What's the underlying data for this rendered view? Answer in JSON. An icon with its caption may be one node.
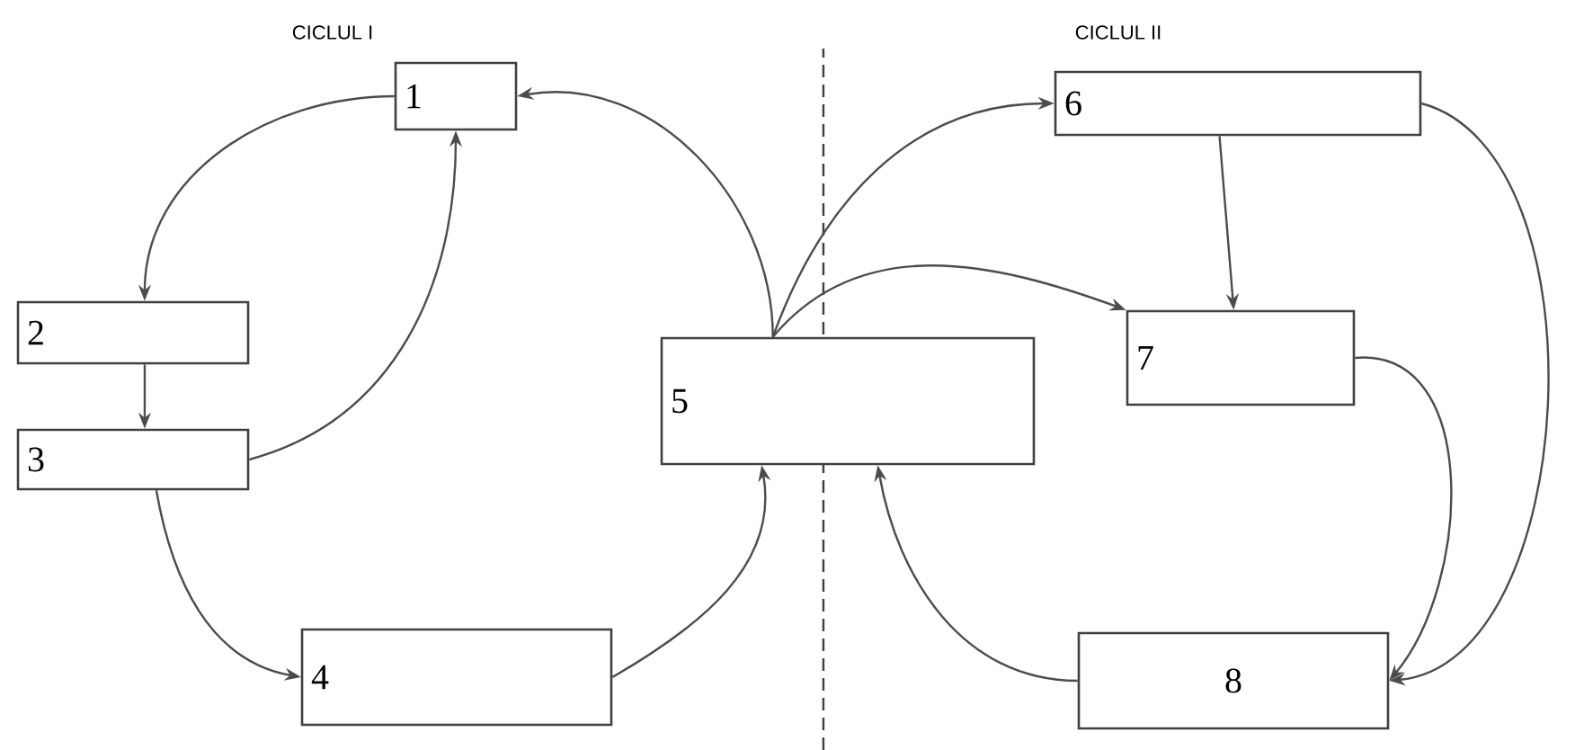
{
  "diagram": {
    "nodes": [
      {
        "text": [
          "1"
        ]
      },
      {
        "text": [
          "2"
        ]
      },
      {
        "text": [
          "3"
        ]
      },
      {
        "text": [
          "4"
        ]
      },
      {
        "text": [
          "5"
        ]
      },
      {
        "text": [
          "6"
        ]
      },
      {
        "text": [
          "7"
        ]
      },
      {
        "text": [
          "8"
        ]
      }
    ],
    "edges": [
      {
        "from": 0,
        "to": 1,
        "arrow": "to"
      },
      {
        "from": 1,
        "to": 2,
        "arrow": "to"
      },
      {
        "from": 2,
        "to": 0,
        "arrow": "to"
      },
      {
        "from": 2,
        "to": 3,
        "arrow": "to"
      },
      {
        "from": 3,
        "to": 4,
        "arrow": "to"
      },
      {
        "from": 4,
        "to": 0,
        "arrow": "to"
      },
      {
        "from": 4,
        "to": 5,
        "arrow": "to"
      },
      {
        "from": 4,
        "to": 6,
        "arrow": "to"
      },
      {
        "from": 5,
        "to": 6,
        "arrow": "to"
      },
      {
        "from": 5,
        "to": 7,
        "arrow": "to"
      },
      {
        "from": 6,
        "to": 7,
        "arrow": "to"
      },
      {
        "from": 7,
        "to": 4,
        "arrow": "to"
      }
    ],
    "labels": [
      "CICLUL I",
      "CICLUL II"
    ]
  }
}
